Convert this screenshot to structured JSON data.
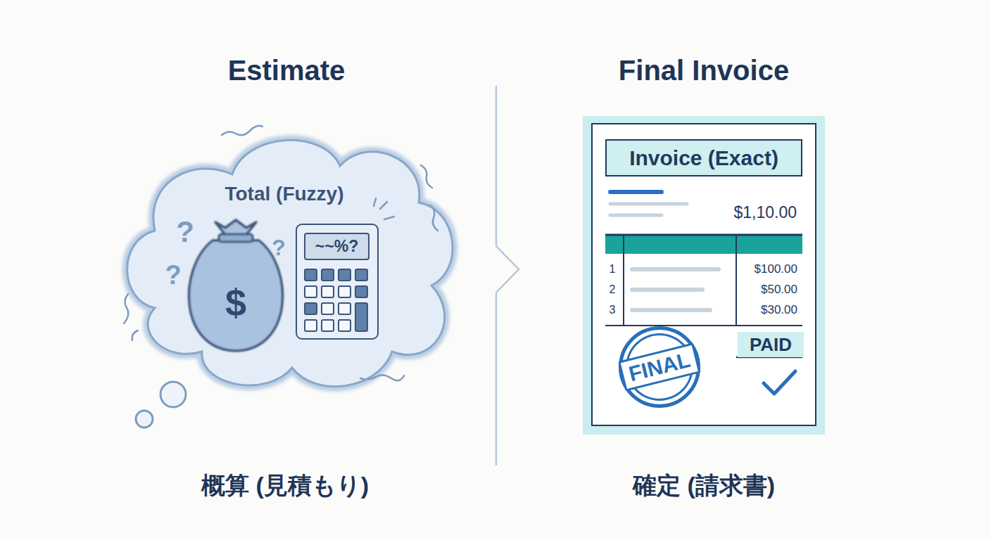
{
  "diagram": {
    "nodes": [
      {
        "text": [
          "Total (Fuzzy)"
        ]
      },
      {
        "text": [
          "~~%?"
        ],
        "in": 0
      },
      {
        "text": [
          "$1,10.00"
        ]
      },
      {
        "text": [
          "Invoice (Exact)"
        ],
        "in": 2
      },
      {
        "text": [
          "FINAL"
        ],
        "in": 2
      },
      {
        "text": [
          "PAID"
        ],
        "in": 2
      }
    ],
    "labels": [
      "Estimate",
      "Final Invoice",
      "?",
      "?",
      "?",
      "$",
      "1",
      "$100.00",
      "2",
      "$50.00",
      "3",
      "$30.00",
      "概算 (見積もり)",
      "確定 (請求書)"
    ]
  }
}
